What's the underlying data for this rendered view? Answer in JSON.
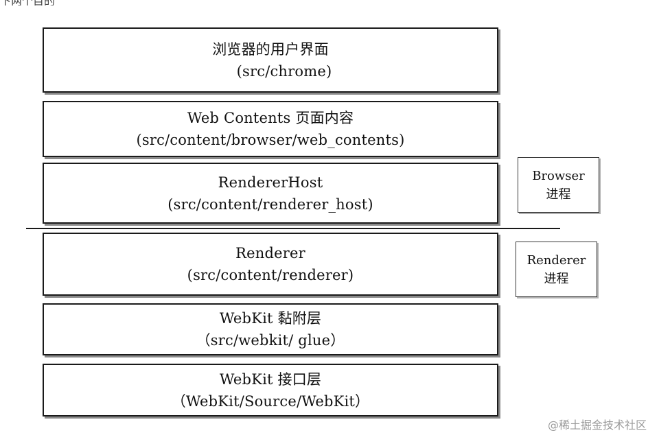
{
  "layers": [
    {
      "title": "浏览器的用户界面",
      "path": "(src/chrome)"
    },
    {
      "title": "Web Contents 页面内容",
      "path": "(src/content/browser/web_contents)"
    },
    {
      "title": "RendererHost",
      "path": "(src/content/renderer_host)"
    },
    {
      "title": "Renderer",
      "path": "(src/content/renderer)"
    },
    {
      "title": "WebKit 黏附层",
      "path": "（src/webkit/ glue）"
    },
    {
      "title": "WebKit 接口层",
      "path": "（WebKit/Source/WebKit）"
    }
  ],
  "processes": {
    "browser": {
      "line1": "Browser",
      "line2": "进程"
    },
    "renderer": {
      "line1": "Renderer",
      "line2": "进程"
    }
  },
  "header_fragment": "下两个目的模块。",
  "watermark": "@稀土掘金技术社区"
}
